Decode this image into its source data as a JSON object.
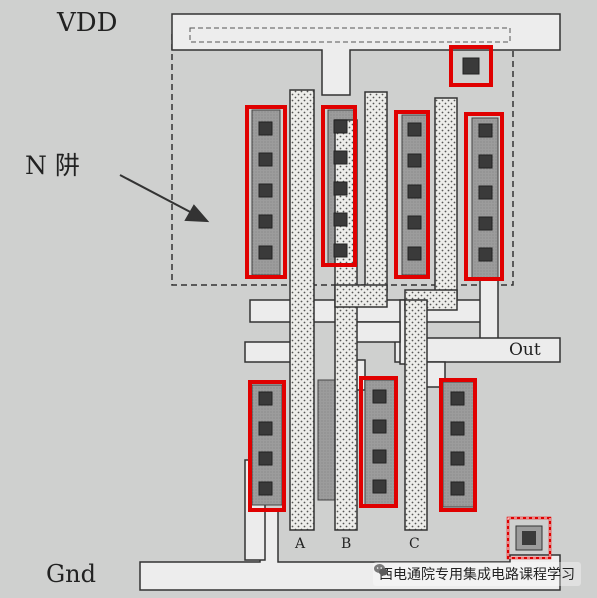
{
  "labels": {
    "vdd": "VDD",
    "gnd": "Gnd",
    "nwell": "N 阱",
    "out": "Out",
    "input_a": "A",
    "input_b": "B",
    "input_c": "C"
  },
  "watermark": {
    "text": "西电通院专用集成电路课程学习",
    "icon": "wechat-icon"
  },
  "colors": {
    "highlight": "#e00000",
    "contact": "#3a3a3a",
    "diffusion": "#a9a9a9",
    "poly": "#f1f1ec",
    "metal": "#ececec"
  }
}
